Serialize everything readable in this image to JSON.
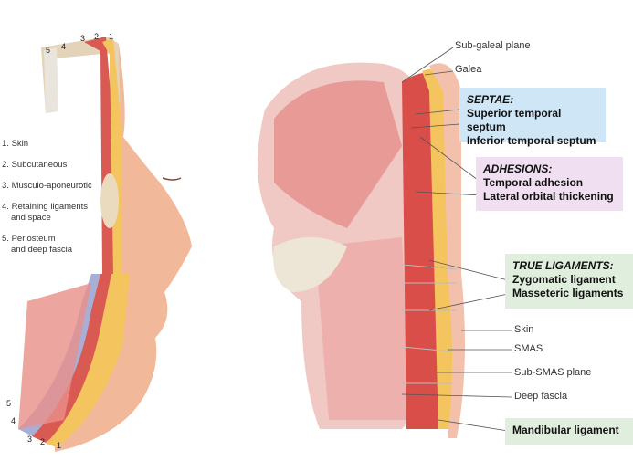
{
  "left_panel": {
    "layer_legend": [
      {
        "num": "1.",
        "label": "Skin"
      },
      {
        "num": "2.",
        "label": "Subcutaneous"
      },
      {
        "num": "3.",
        "label": "Musculo-aponeurotic"
      },
      {
        "num": "4.",
        "label": "Retaining ligaments",
        "label2": "and space"
      },
      {
        "num": "5.",
        "label": "Periosteum",
        "label2": "and deep fascia"
      }
    ],
    "top_numbers": [
      "5",
      "4",
      "3",
      "2",
      "1"
    ],
    "bottom_numbers": [
      "5",
      "4",
      "3",
      "2",
      "1"
    ]
  },
  "right_panel": {
    "labels": {
      "sub_galeal": "Sub-galeal plane",
      "galea": "Galea",
      "skin": "Skin",
      "smas": "SMAS",
      "sub_smas": "Sub-SMAS plane",
      "deep_fascia": "Deep fascia"
    },
    "septae": {
      "title": "SEPTAE:",
      "items": [
        "Superior temporal septum",
        "Inferior temporal septum"
      ],
      "color": "#cfe6f7"
    },
    "adhesions": {
      "title": "ADHESIONS:",
      "items": [
        "Temporal adhesion",
        "Lateral orbital thickening"
      ],
      "color": "#efdff0"
    },
    "true_ligaments": {
      "title": "TRUE LIGAMENTS:",
      "items": [
        "Zygomatic ligament",
        "Masseteric ligaments"
      ],
      "color": "#e0eedd"
    },
    "mandibular": {
      "label": "Mandibular ligament",
      "color": "#e0eedd"
    }
  }
}
